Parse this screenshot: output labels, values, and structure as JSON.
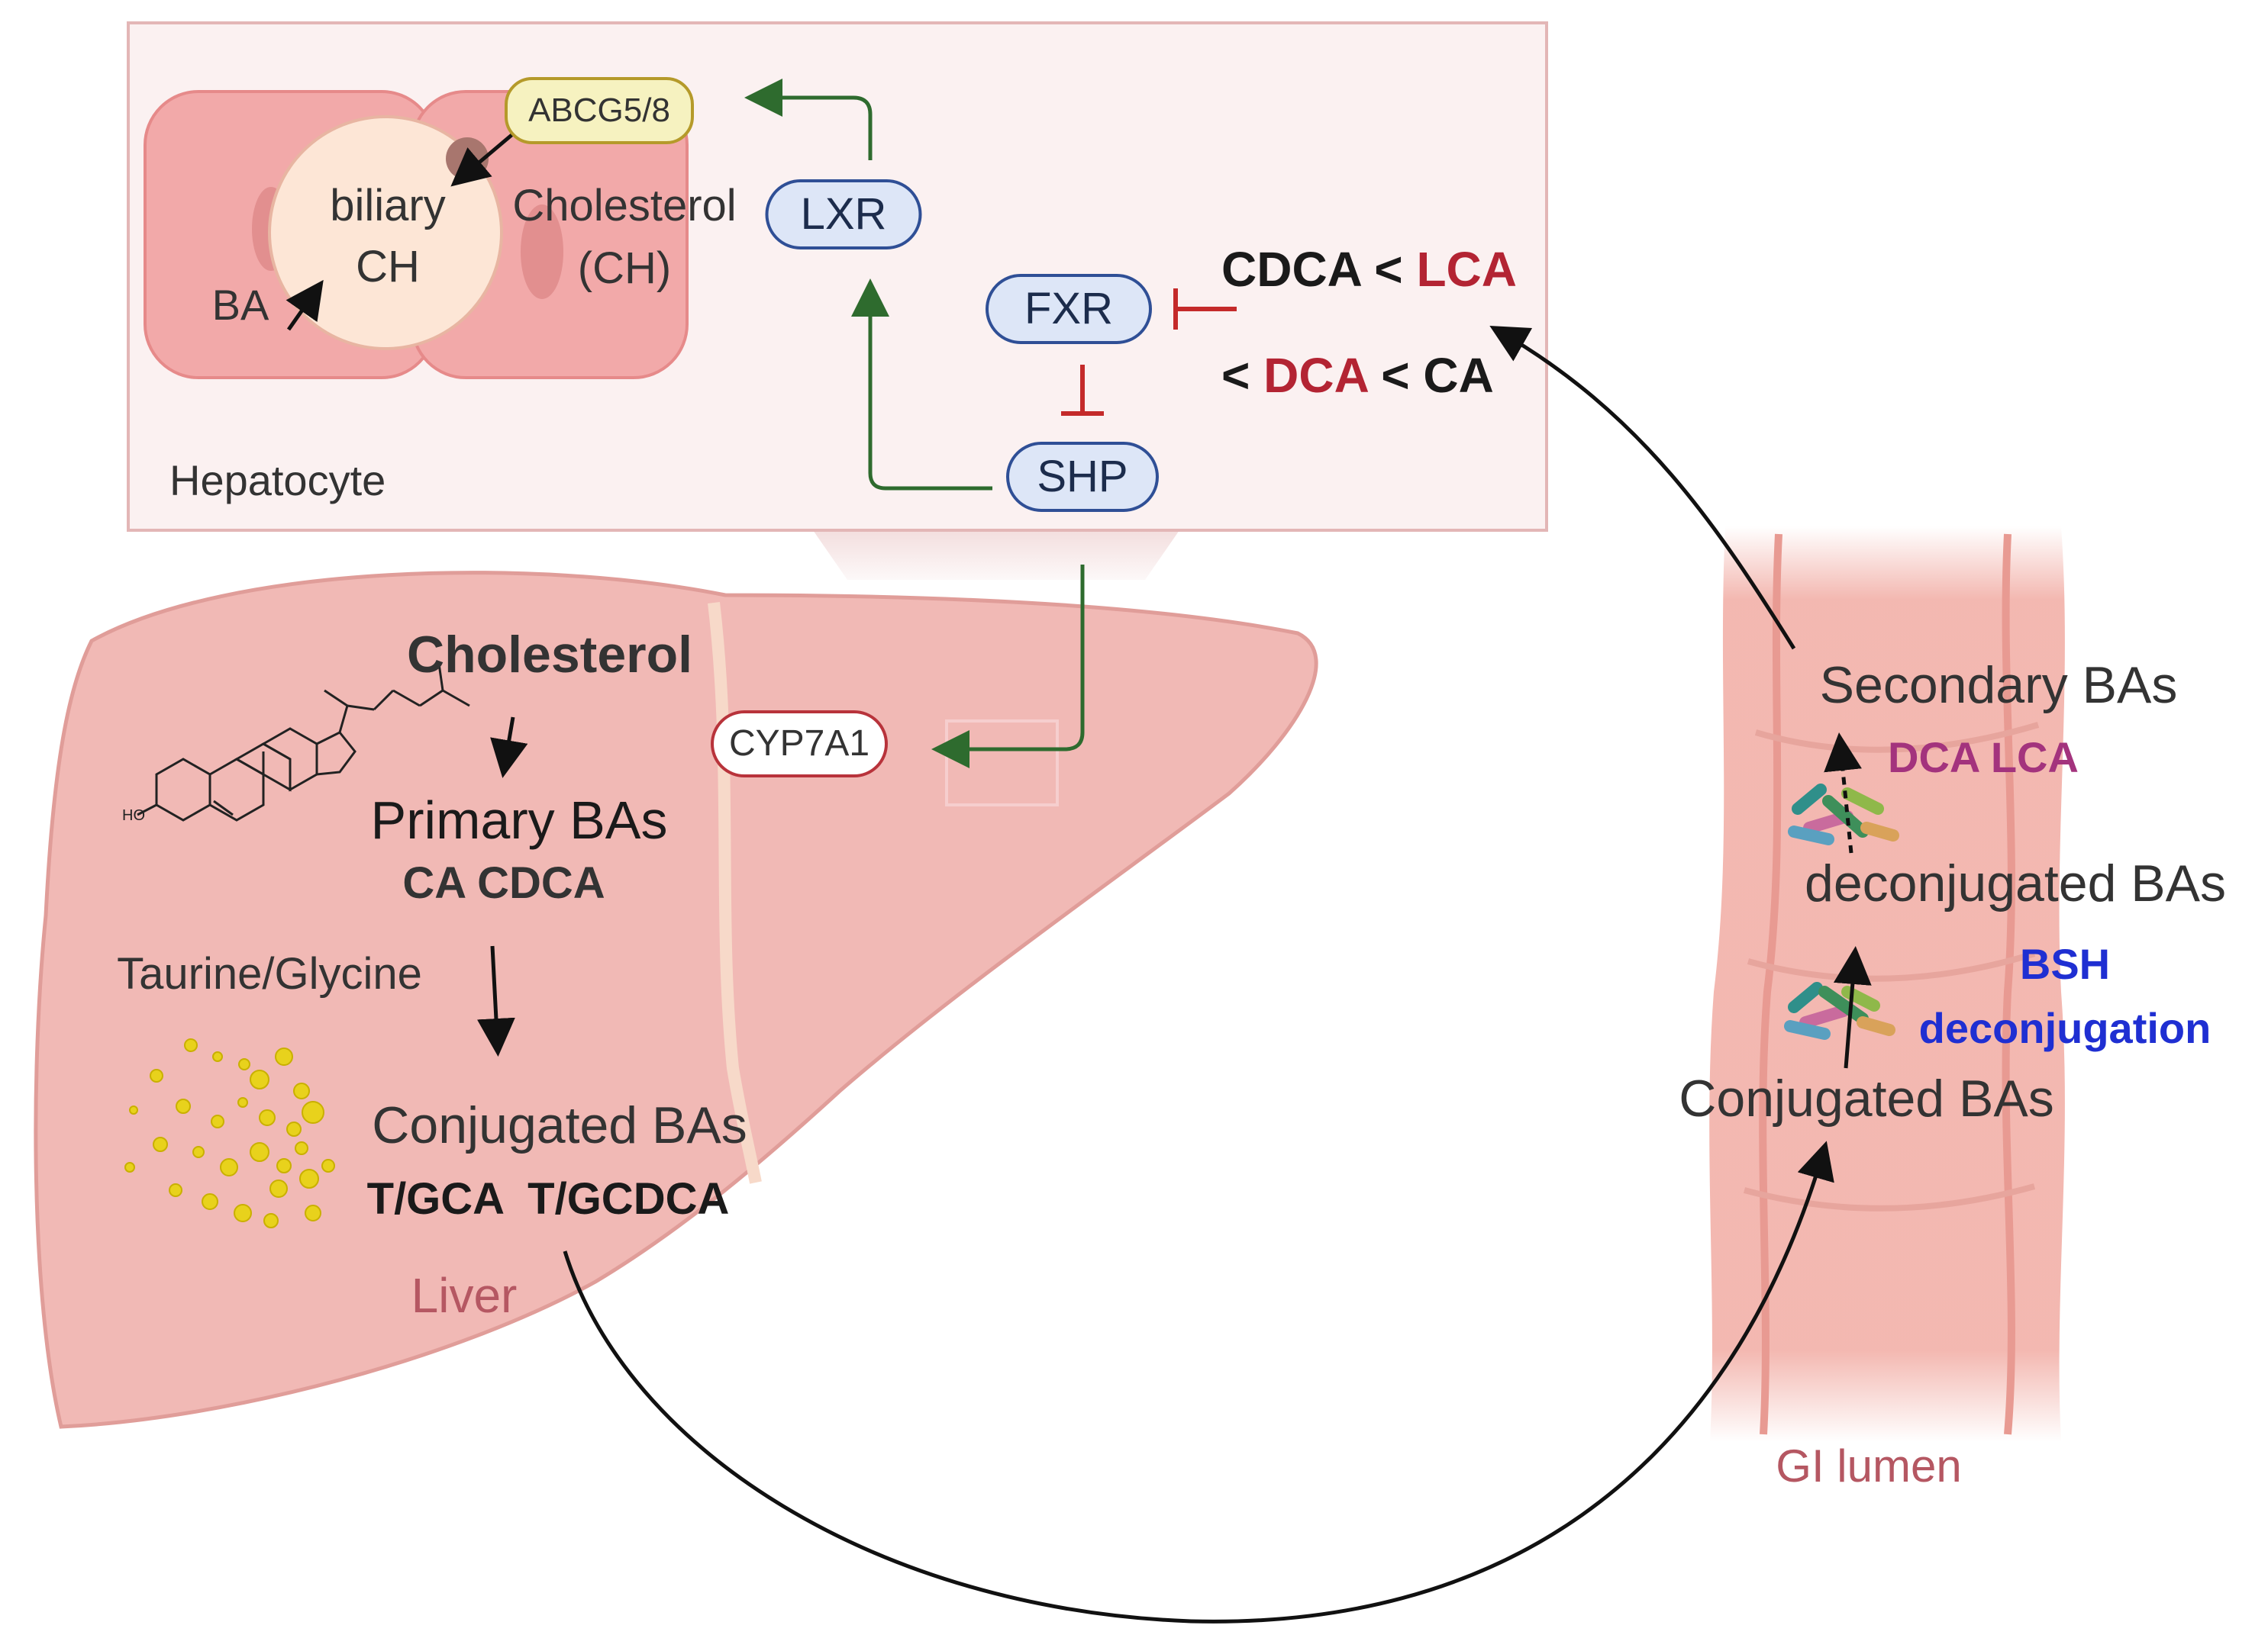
{
  "colors": {
    "panel_bg": "#fbf1f1",
    "panel_border": "#e3b6b6",
    "liver_fill": "#f1b9b5",
    "liver_stroke": "#e09d99",
    "gi_fill": "#f2b0a8",
    "arrow_green": "#2e6b2e",
    "inhibit_red": "#c42a2a",
    "text_red": "#b32433",
    "text_purple": "#a3337d",
    "text_blue": "#1f2fd2",
    "text_rose": "#b55762",
    "pill_blue_fill": "#dde6f7",
    "pill_blue_border": "#2f4f96",
    "yellow_droplet": "#e8d21c"
  },
  "hepatocyte": {
    "title": "Hepatocyte",
    "transporter": "ABCG5/8",
    "biliary_ch_line1": "biliary",
    "biliary_ch_line2": "CH",
    "ba_label": "BA",
    "cholesterol_line1": "Cholesterol",
    "cholesterol_line2": "(CH)"
  },
  "nodes": {
    "lxr": "LXR",
    "fxr": "FXR",
    "shp": "SHP",
    "cyp7a1": "CYP7A1"
  },
  "fxr_potency": {
    "line1": [
      "CDCA",
      " < ",
      "LCA"
    ],
    "line2": [
      "< ",
      "DCA",
      " < ",
      "CA"
    ]
  },
  "liver": {
    "cholesterol": "Cholesterol",
    "primary_bas": "Primary BAs",
    "primary_species": "CA CDCA",
    "conjugation_agent": "Taurine/Glycine",
    "conjugated_bas": "Conjugated BAs",
    "conjugated_species": "T/GCA  T/GCDCA",
    "organ_label": "Liver"
  },
  "gut": {
    "secondary_bas": "Secondary BAs",
    "secondary_species": "DCA LCA",
    "deconjugated_bas": "deconjugated BAs",
    "enzyme_line1": "BSH",
    "enzyme_line2": "deconjugation",
    "conjugated_bas": "Conjugated BAs",
    "lumen_label": "GI lumen"
  }
}
